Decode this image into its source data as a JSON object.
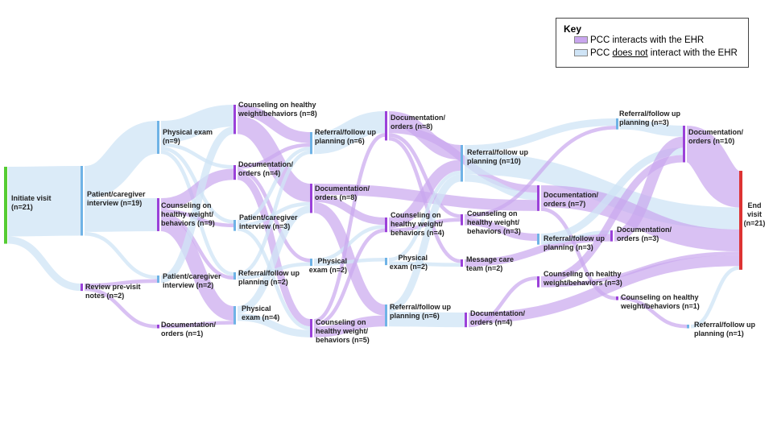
{
  "colors": {
    "pcc_interacts": "#c9a6ee",
    "pcc_not_interacts": "#cfe4f6",
    "start_node": "#55cc33",
    "end_node": "#dd3333"
  },
  "key": {
    "title": "Key",
    "item1": "PCC interacts with the EHR",
    "item2_prefix": "PCC ",
    "item2_underlined": "does not",
    "item2_suffix": " interact with the EHR"
  },
  "nodes": [
    {
      "id": "n1",
      "lines": [
        "Initiate visit",
        "(n=21)"
      ],
      "type": "start"
    },
    {
      "id": "n2",
      "lines": [
        "Patient/caregiver",
        "interview (n=19)"
      ],
      "type": "no"
    },
    {
      "id": "n3",
      "lines": [
        "Review pre-visit",
        "notes (n=2)"
      ],
      "type": "ehr"
    },
    {
      "id": "n4",
      "lines": [
        "Physical exam",
        "(n=9)"
      ],
      "type": "no"
    },
    {
      "id": "n5",
      "lines": [
        "Counseling on",
        "healthy weight/",
        "behaviors (n=9)"
      ],
      "type": "ehr"
    },
    {
      "id": "n6",
      "lines": [
        "Patient/caregiver",
        "interview (n=2)"
      ],
      "type": "no"
    },
    {
      "id": "n7",
      "lines": [
        "Documentation/",
        "orders (n=1)"
      ],
      "type": "ehr"
    },
    {
      "id": "n8",
      "lines": [
        "Counseling on healthy",
        "weight/behaviors (n=8)"
      ],
      "type": "ehr"
    },
    {
      "id": "n9",
      "lines": [
        "Documentation/",
        "orders (n=4)"
      ],
      "type": "ehr"
    },
    {
      "id": "n10",
      "lines": [
        "Patient/caregiver",
        "interview (n=3)"
      ],
      "type": "no"
    },
    {
      "id": "n11",
      "lines": [
        "Referral/follow up",
        "planning (n=2)"
      ],
      "type": "no"
    },
    {
      "id": "n12",
      "lines": [
        "Physical",
        "exam (n=4)"
      ],
      "type": "no"
    },
    {
      "id": "n13",
      "lines": [
        "Referral/follow up",
        "planning (n=6)"
      ],
      "type": "no"
    },
    {
      "id": "n14",
      "lines": [
        "Documentation/",
        "orders (n=8)"
      ],
      "type": "ehr"
    },
    {
      "id": "n15",
      "lines": [
        "Physical",
        "exam (n=2)"
      ],
      "type": "no"
    },
    {
      "id": "n16",
      "lines": [
        "Counseling on",
        "healthy weight/",
        "behaviors (n=5)"
      ],
      "type": "ehr"
    },
    {
      "id": "n17",
      "lines": [
        "Documentation/",
        "orders (n=8)"
      ],
      "type": "ehr"
    },
    {
      "id": "n18",
      "lines": [
        "Counseling on",
        "healthy weight/",
        "behaviors (n=4)"
      ],
      "type": "ehr"
    },
    {
      "id": "n19",
      "lines": [
        "Physical",
        "exam (n=2)"
      ],
      "type": "no"
    },
    {
      "id": "n20",
      "lines": [
        "Referral/follow up",
        "planning (n=6)"
      ],
      "type": "no"
    },
    {
      "id": "n21",
      "lines": [
        "Referral/follow up",
        "planning (n=10)"
      ],
      "type": "no"
    },
    {
      "id": "n22",
      "lines": [
        "Counseling on",
        "healthy weight/",
        "behaviors (n=3)"
      ],
      "type": "ehr"
    },
    {
      "id": "n23",
      "lines": [
        "Message care",
        "team (n=2)"
      ],
      "type": "ehr"
    },
    {
      "id": "n24",
      "lines": [
        "Documentation/",
        "orders (n=4)"
      ],
      "type": "ehr"
    },
    {
      "id": "n25",
      "lines": [
        "Documentation/",
        "orders (n=7)"
      ],
      "type": "ehr"
    },
    {
      "id": "n26",
      "lines": [
        "Referral/follow up",
        "planning (n=3)"
      ],
      "type": "no"
    },
    {
      "id": "n27",
      "lines": [
        "Counseling on healthy",
        "weight/behaviors (n=3)"
      ],
      "type": "ehr"
    },
    {
      "id": "n28",
      "lines": [
        "Referral/follow up",
        "planning (n=3)"
      ],
      "type": "no"
    },
    {
      "id": "n29",
      "lines": [
        "Documentation/",
        "orders (n=3)"
      ],
      "type": "ehr"
    },
    {
      "id": "n30",
      "lines": [
        "Counseling on healthy",
        "weight/behaviors (n=1)"
      ],
      "type": "ehr"
    },
    {
      "id": "n31",
      "lines": [
        "Documentation/",
        "orders (n=10)"
      ],
      "type": "ehr"
    },
    {
      "id": "n32",
      "lines": [
        "Referral/follow up",
        "planning (n=1)"
      ],
      "type": "no"
    },
    {
      "id": "n33",
      "lines": [
        "End",
        "visit",
        "(n=21)"
      ],
      "type": "end"
    }
  ],
  "flows": [
    {
      "source": "n1",
      "target": "n2",
      "value": 19,
      "type": "no"
    },
    {
      "source": "n1",
      "target": "n3",
      "value": 2,
      "type": "no"
    },
    {
      "source": "n2",
      "target": "n4",
      "value": 9,
      "type": "no"
    },
    {
      "source": "n2",
      "target": "n5",
      "value": 9,
      "type": "no"
    },
    {
      "source": "n2",
      "target": "n6",
      "value": 1,
      "type": "no"
    },
    {
      "source": "n3",
      "target": "n6",
      "value": 1,
      "type": "ehr"
    },
    {
      "source": "n3",
      "target": "n7",
      "value": 1,
      "type": "ehr"
    },
    {
      "source": "n4",
      "target": "n8",
      "value": 6,
      "type": "no"
    },
    {
      "source": "n4",
      "target": "n9",
      "value": 1,
      "type": "no"
    },
    {
      "source": "n4",
      "target": "n10",
      "value": 1,
      "type": "no"
    },
    {
      "source": "n4",
      "target": "n11",
      "value": 1,
      "type": "no"
    },
    {
      "source": "n5",
      "target": "n9",
      "value": 3,
      "type": "ehr"
    },
    {
      "source": "n5",
      "target": "n10",
      "value": 1,
      "type": "ehr"
    },
    {
      "source": "n5",
      "target": "n11",
      "value": 1,
      "type": "ehr"
    },
    {
      "source": "n5",
      "target": "n12",
      "value": 4,
      "type": "ehr"
    },
    {
      "source": "n6",
      "target": "n8",
      "value": 2,
      "type": "no"
    },
    {
      "source": "n7",
      "target": "n12",
      "value": 1,
      "type": "ehr"
    },
    {
      "source": "n8",
      "target": "n13",
      "value": 3,
      "type": "ehr"
    },
    {
      "source": "n8",
      "target": "n14",
      "value": 5,
      "type": "ehr"
    },
    {
      "source": "n9",
      "target": "n13",
      "value": 1,
      "type": "ehr"
    },
    {
      "source": "n9",
      "target": "n15",
      "value": 1,
      "type": "ehr"
    },
    {
      "source": "n9",
      "target": "n16",
      "value": 2,
      "type": "ehr"
    },
    {
      "source": "n10",
      "target": "n13",
      "value": 1,
      "type": "no"
    },
    {
      "source": "n10",
      "target": "n14",
      "value": 1,
      "type": "no"
    },
    {
      "source": "n10",
      "target": "n16",
      "value": 1,
      "type": "no"
    },
    {
      "source": "n11",
      "target": "n13",
      "value": 1,
      "type": "no"
    },
    {
      "source": "n11",
      "target": "n15",
      "value": 1,
      "type": "no"
    },
    {
      "source": "n12",
      "target": "n14",
      "value": 2,
      "type": "no"
    },
    {
      "source": "n12",
      "target": "n16",
      "value": 2,
      "type": "no"
    },
    {
      "source": "n13",
      "target": "n17",
      "value": 6,
      "type": "no"
    },
    {
      "source": "n14",
      "target": "n25",
      "value": 3,
      "type": "ehr"
    },
    {
      "source": "n14",
      "target": "n18",
      "value": 2,
      "type": "ehr"
    },
    {
      "source": "n14",
      "target": "n20",
      "value": 3,
      "type": "ehr"
    },
    {
      "source": "n15",
      "target": "n18",
      "value": 1,
      "type": "no"
    },
    {
      "source": "n15",
      "target": "n19",
      "value": 1,
      "type": "no"
    },
    {
      "source": "n16",
      "target": "n20",
      "value": 3,
      "type": "ehr"
    },
    {
      "source": "n16",
      "target": "n18",
      "value": 1,
      "type": "ehr"
    },
    {
      "source": "n16",
      "target": "n17",
      "value": 1,
      "type": "ehr"
    },
    {
      "source": "n17",
      "target": "n21",
      "value": 4,
      "type": "ehr"
    },
    {
      "source": "n17",
      "target": "n25",
      "value": 2,
      "type": "ehr"
    },
    {
      "source": "n17",
      "target": "n22",
      "value": 1,
      "type": "ehr"
    },
    {
      "source": "n17",
      "target": "n23",
      "value": 1,
      "type": "ehr"
    },
    {
      "source": "n18",
      "target": "n21",
      "value": 3,
      "type": "ehr"
    },
    {
      "source": "n18",
      "target": "n22",
      "value": 1,
      "type": "ehr"
    },
    {
      "source": "n19",
      "target": "n21",
      "value": 1,
      "type": "no"
    },
    {
      "source": "n19",
      "target": "n23",
      "value": 1,
      "type": "no"
    },
    {
      "source": "n20",
      "target": "n24",
      "value": 4,
      "type": "no"
    },
    {
      "source": "n20",
      "target": "n21",
      "value": 2,
      "type": "no"
    },
    {
      "source": "n21",
      "target": "n33",
      "value": 6,
      "type": "no"
    },
    {
      "source": "n21",
      "target": "n25",
      "value": 2,
      "type": "no"
    },
    {
      "source": "n21",
      "target": "n28",
      "value": 2,
      "type": "no"
    },
    {
      "source": "n22",
      "target": "n26",
      "value": 2,
      "type": "ehr"
    },
    {
      "source": "n22",
      "target": "n28",
      "value": 1,
      "type": "ehr"
    },
    {
      "source": "n23",
      "target": "n29",
      "value": 2,
      "type": "ehr"
    },
    {
      "source": "n24",
      "target": "n33",
      "value": 3,
      "type": "ehr"
    },
    {
      "source": "n24",
      "target": "n27",
      "value": 1,
      "type": "ehr"
    },
    {
      "source": "n25",
      "target": "n33",
      "value": 6,
      "type": "ehr"
    },
    {
      "source": "n25",
      "target": "n30",
      "value": 1,
      "type": "ehr"
    },
    {
      "source": "n26",
      "target": "n31",
      "value": 2,
      "type": "no"
    },
    {
      "source": "n26",
      "target": "n29",
      "value": 1,
      "type": "no"
    },
    {
      "source": "n27",
      "target": "n31",
      "value": 2,
      "type": "ehr"
    },
    {
      "source": "n27",
      "target": "n33",
      "value": 1,
      "type": "ehr"
    },
    {
      "source": "n28",
      "target": "n31",
      "value": 3,
      "type": "no"
    },
    {
      "source": "n29",
      "target": "n31",
      "value": 3,
      "type": "ehr"
    },
    {
      "source": "n30",
      "target": "n32",
      "value": 1,
      "type": "ehr"
    },
    {
      "source": "n31",
      "target": "n33",
      "value": 10,
      "type": "ehr"
    },
    {
      "source": "n32",
      "target": "n33",
      "value": 1,
      "type": "no"
    }
  ]
}
